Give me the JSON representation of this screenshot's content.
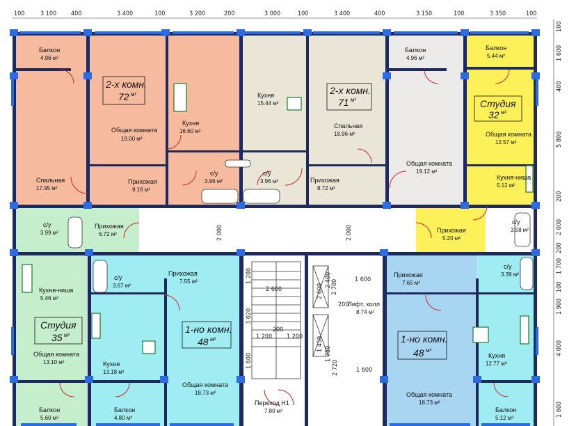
{
  "colors": {
    "apt_orange": "#f6bb9f",
    "apt_beige": "#e9e6d8",
    "apt_gray": "#ecebea",
    "apt_yellow": "#fdf15a",
    "apt_cyan": "#9fecf3",
    "apt_green": "#c5eecc",
    "apt_blue": "#a8d5f2",
    "corridor": "#ffffff",
    "wall": "#1f2a5c",
    "window": "#2d6be0"
  },
  "top_dimensions": [
    "100",
    "3 100",
    "400",
    "3 400",
    "100",
    "3 200",
    "200",
    "3 000",
    "100",
    "3 400",
    "400",
    "3 150",
    "100",
    "3 350",
    "100"
  ],
  "right_dimensions": [
    "100",
    "1 600",
    "400",
    "5 800",
    "200",
    "2 000",
    "200",
    "1 700",
    "100",
    "1 900",
    "4 000",
    "1 600"
  ],
  "interior_dimensions": [
    "2 000",
    "2 000",
    "2 600",
    "1 600",
    "1 200",
    "3 020",
    "200",
    "1 200",
    "1 200",
    "1 600",
    "200",
    "2 700",
    "2 600",
    "2 400",
    "1 750",
    "1 450",
    "2 720",
    "1 600"
  ],
  "apartments": [
    {
      "title": "2-х комн.",
      "area": "72",
      "unit": "м²"
    },
    {
      "title": "2-х комн.",
      "area": "71",
      "unit": "м²"
    },
    {
      "title": "Студия",
      "area": "32",
      "unit": "м²"
    },
    {
      "title": "Студия",
      "area": "35",
      "unit": "м²"
    },
    {
      "title": "1-но комн.",
      "area": "48",
      "unit": "м²"
    },
    {
      "title": "1-но комн.",
      "area": "48",
      "unit": "м²"
    }
  ],
  "rooms": [
    {
      "name": "Балкон",
      "area": "4.96 м²"
    },
    {
      "name": "Общая комната",
      "area": "19.00 м²"
    },
    {
      "name": "Кухня",
      "area": "16.60 м²"
    },
    {
      "name": "Спальная",
      "area": "17.95 м²"
    },
    {
      "name": "Прихожая",
      "area": "9.16 м²"
    },
    {
      "name": "с/у",
      "area": "3.96 м²"
    },
    {
      "name": "с/у",
      "area": "3.96 м²"
    },
    {
      "name": "Кухня",
      "area": "15.44 м²"
    },
    {
      "name": "Спальная",
      "area": "18.96 м²"
    },
    {
      "name": "Прихожая",
      "area": "8.72 м²"
    },
    {
      "name": "Балкон",
      "area": "4.96 м²"
    },
    {
      "name": "Общая комната",
      "area": "19.12 м²"
    },
    {
      "name": "Балкон",
      "area": "5.44 м²"
    },
    {
      "name": "Общая комната",
      "area": "12.57 м²"
    },
    {
      "name": "Кухня-ниша",
      "area": "5.12 м²"
    },
    {
      "name": "с/у",
      "area": "3.58 м²"
    },
    {
      "name": "Прихожая",
      "area": "5.20 м²"
    },
    {
      "name": "с/у",
      "area": "3.99 м²"
    },
    {
      "name": "Прихожая",
      "area": "6.72 м²"
    },
    {
      "name": "Кухня-ниша",
      "area": "5.46 м²"
    },
    {
      "name": "Общая комната",
      "area": "13.10 м²"
    },
    {
      "name": "Балкон",
      "area": "5.60 м²"
    },
    {
      "name": "с/у",
      "area": "3.67 м²"
    },
    {
      "name": "Прихожая",
      "area": "7.55 м²"
    },
    {
      "name": "Кухня",
      "area": "13.18 м²"
    },
    {
      "name": "Общая комната",
      "area": "18.73 м²"
    },
    {
      "name": "Балкон",
      "area": "4.80 м²"
    },
    {
      "name": "Лифт. холл",
      "area": "8.74 м²"
    },
    {
      "name": "Переход Н1",
      "area": "7.80 м²"
    },
    {
      "name": "Прихожая",
      "area": "7.65 м²"
    },
    {
      "name": "с/у",
      "area": "3.39 м²"
    },
    {
      "name": "Кухня",
      "area": "12.77 м²"
    },
    {
      "name": "Общая комната",
      "area": "18.73 м²"
    },
    {
      "name": "Балкон",
      "area": "5.12 м²"
    }
  ]
}
